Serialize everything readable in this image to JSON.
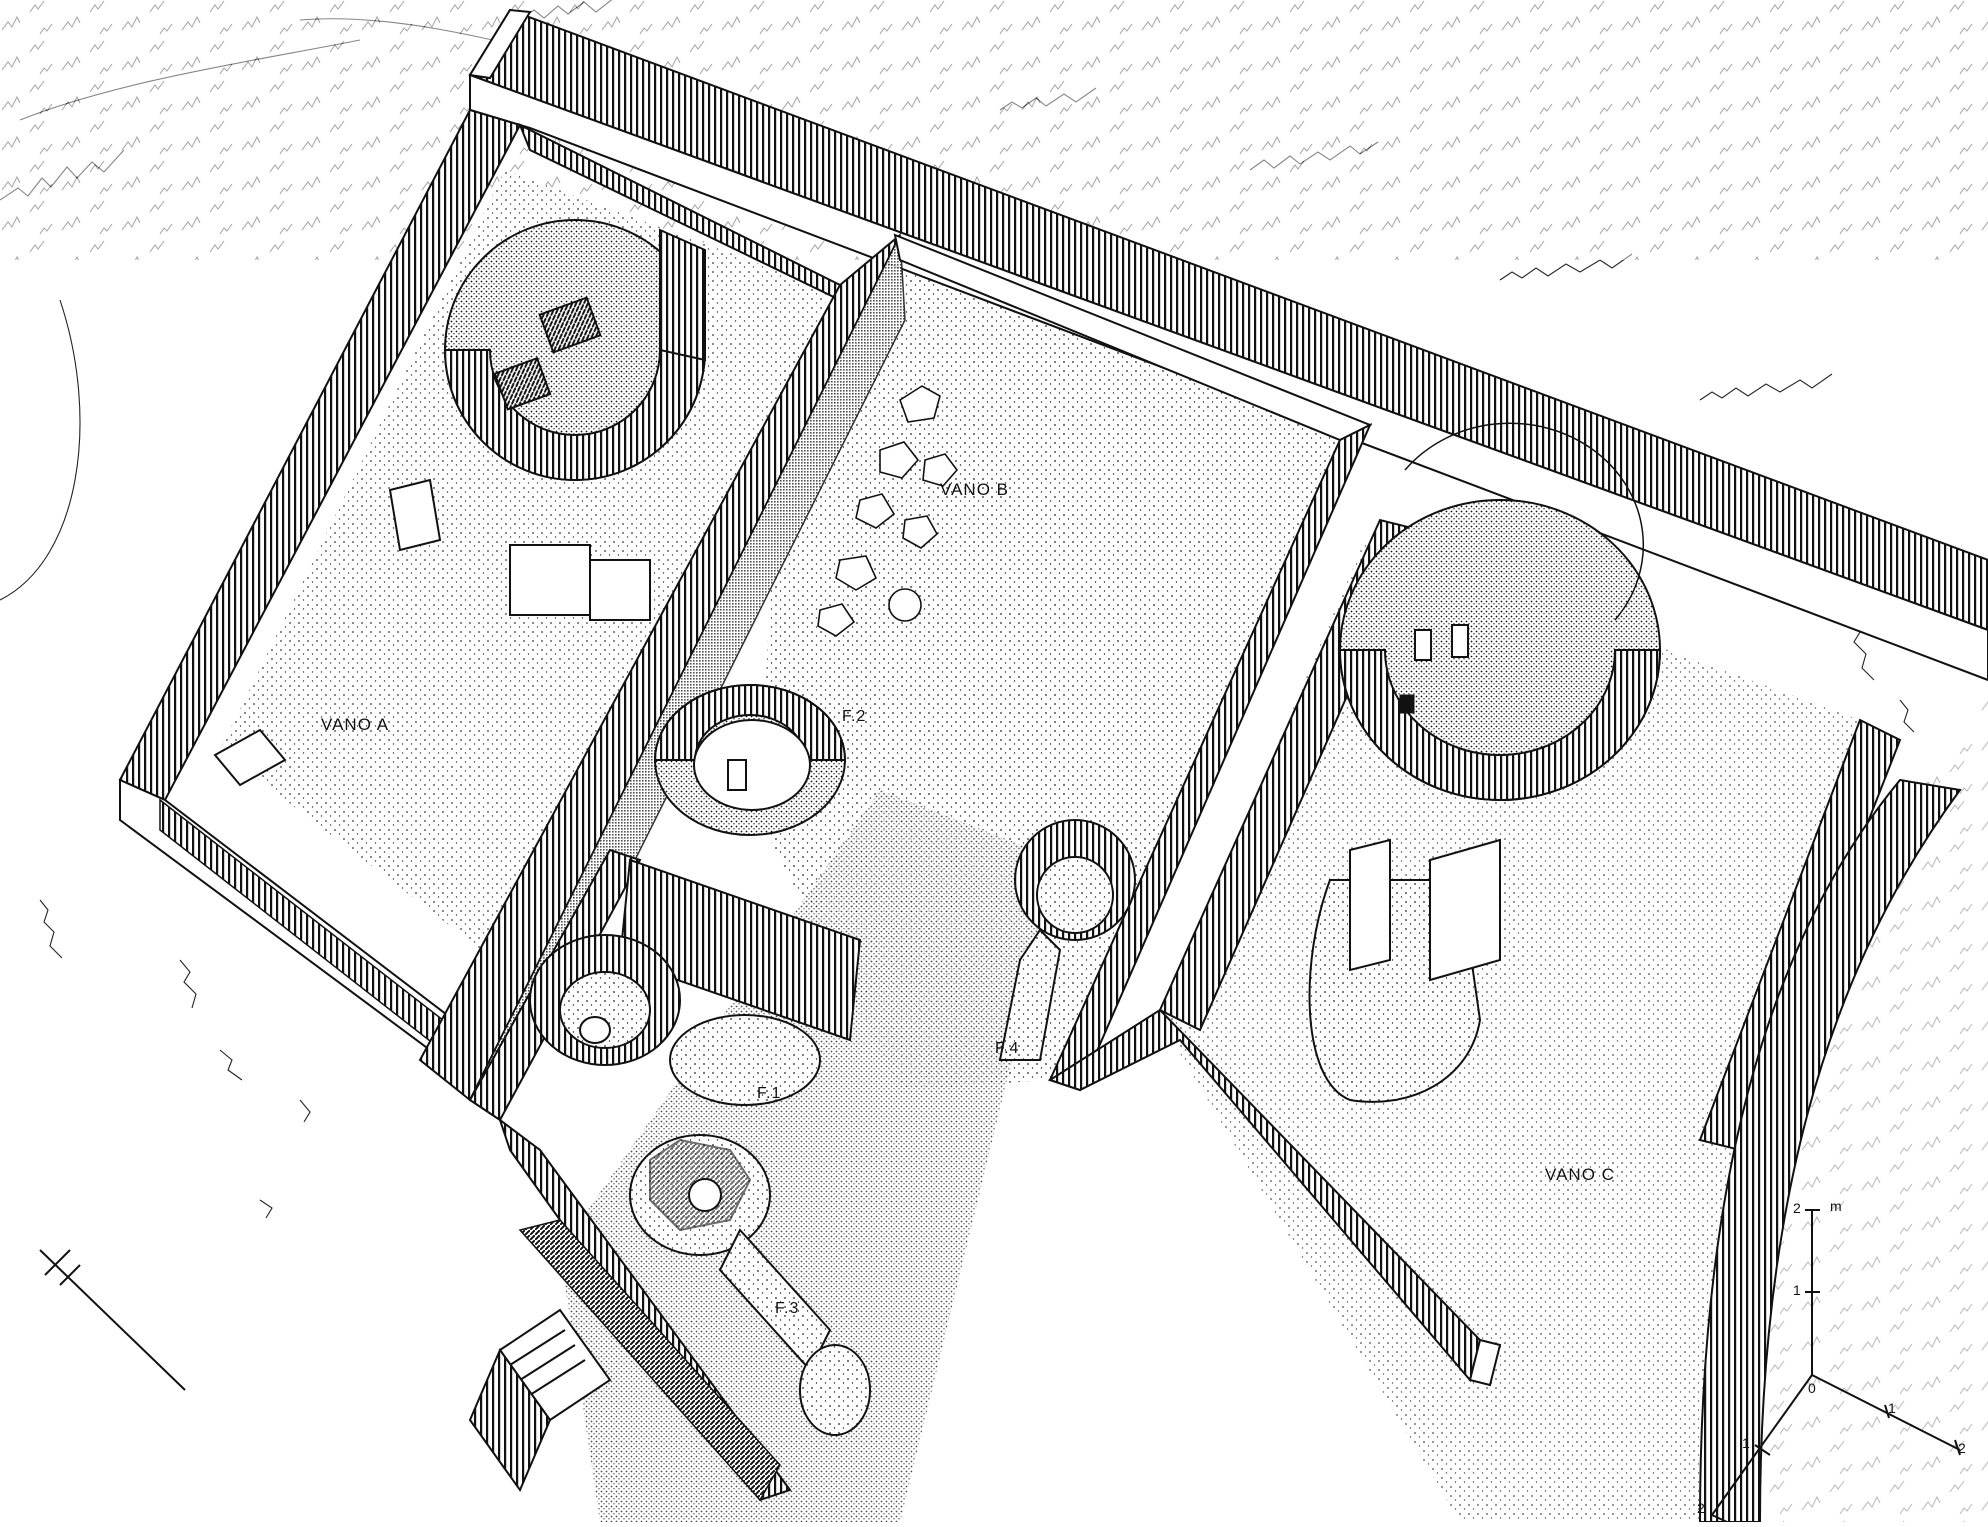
{
  "labels": {
    "vano_a": "VANO A",
    "vano_b": "VANO B",
    "vano_c": "VANO C",
    "f1": "F.1",
    "f2": "F.2",
    "f3": "F.3",
    "f4": "F.4"
  },
  "scale": {
    "unit": "m",
    "vertical_ticks": [
      "2",
      "1",
      "0"
    ],
    "right_ticks": [
      "1",
      "2"
    ],
    "left_ticks": [
      "1",
      "2"
    ]
  },
  "colors": {
    "ink": "#111111",
    "paper": "#ffffff"
  }
}
